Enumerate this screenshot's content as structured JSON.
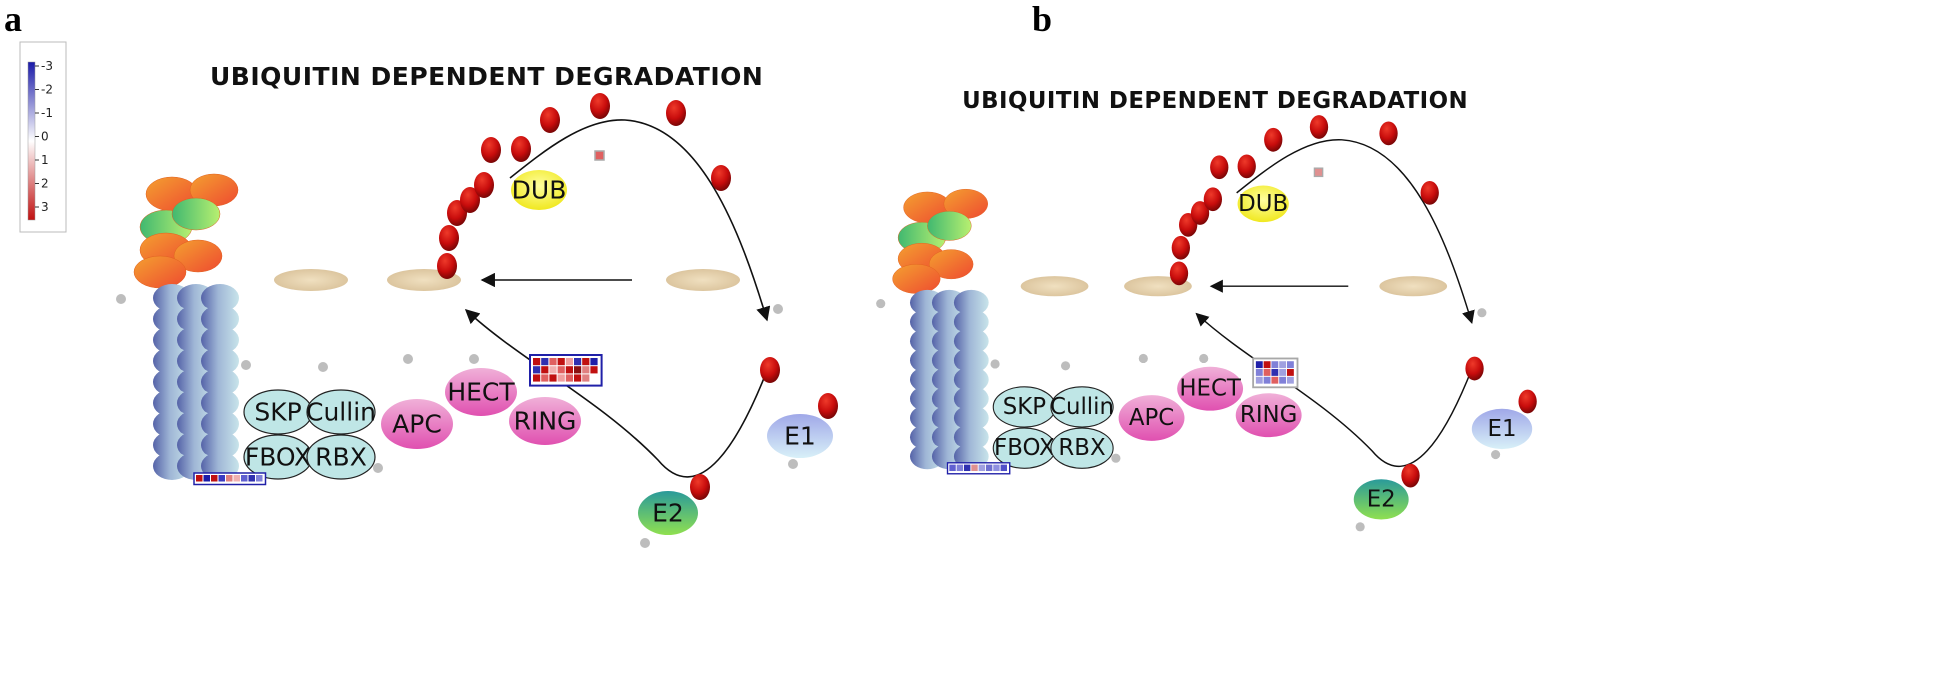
{
  "panels": [
    {
      "letter": "a",
      "title": "UBIQUITIN DEPENDENT DEGRADATION",
      "components": {
        "dub": "DUB",
        "skp": "SKP",
        "cullin": "Cullin",
        "fbox": "FBOX",
        "rbx": "RBX",
        "apc": "APC",
        "hect": "HECT",
        "ring": "RING",
        "e1": "E1",
        "e2": "E2"
      }
    },
    {
      "letter": "b",
      "title": "UBIQUITIN DEPENDENT DEGRADATION",
      "components": {
        "dub": "DUB",
        "skp": "SKP",
        "cullin": "Cullin",
        "fbox": "FBOX",
        "rbx": "RBX",
        "apc": "APC",
        "hect": "HECT",
        "ring": "RING",
        "e1": "E1",
        "e2": "E2"
      }
    }
  ],
  "legend": {
    "ticks": [
      "-3",
      "-2",
      "-1",
      "0",
      "1",
      "2",
      "3"
    ],
    "colors": {
      "negative": "#1a1aa8",
      "zero": "#ffffff",
      "positive": "#c01010"
    }
  },
  "heatmaps": {
    "a_fbox": [
      "#c01010",
      "#1a1aa8",
      "#c01010",
      "#3a3ac0",
      "#e08080",
      "#f0b0b0",
      "#6060d0",
      "#3030b0",
      "#8080d8"
    ],
    "a_hect": [
      [
        "#c01010",
        "#3030b0",
        "#e06060",
        "#c01010",
        "#f0a0a0",
        "#3030b0",
        "#c01010",
        "#2020a8"
      ],
      [
        "#3030b0",
        "#c01010",
        "#f0b0b0",
        "#e06060",
        "#c01010",
        "#8a1010",
        "#e08080",
        "#c01010"
      ],
      [
        "#c01010",
        "#e06060",
        "#c01010",
        "#f0a0a0",
        "#e06060",
        "#c01010",
        "#e08080"
      ]
    ],
    "a_dub": [
      "#e06060"
    ],
    "b_fbox": [
      "#6060d0",
      "#8080d8",
      "#3030b0",
      "#e09090",
      "#a0a0e0",
      "#7070d0",
      "#9090e0",
      "#5050c8"
    ],
    "b_hect": [
      [
        "#2020a8",
        "#c01010",
        "#8080d8",
        "#a0a0e0",
        "#8080d8"
      ],
      [
        "#8080d8",
        "#e06060",
        "#3030b0",
        "#a0a0e0",
        "#c01010"
      ],
      [
        "#a0a0e0",
        "#8080d8",
        "#e06060",
        "#8080d8",
        "#a0a0e0"
      ]
    ],
    "b_dub": [
      "#e09090"
    ]
  }
}
